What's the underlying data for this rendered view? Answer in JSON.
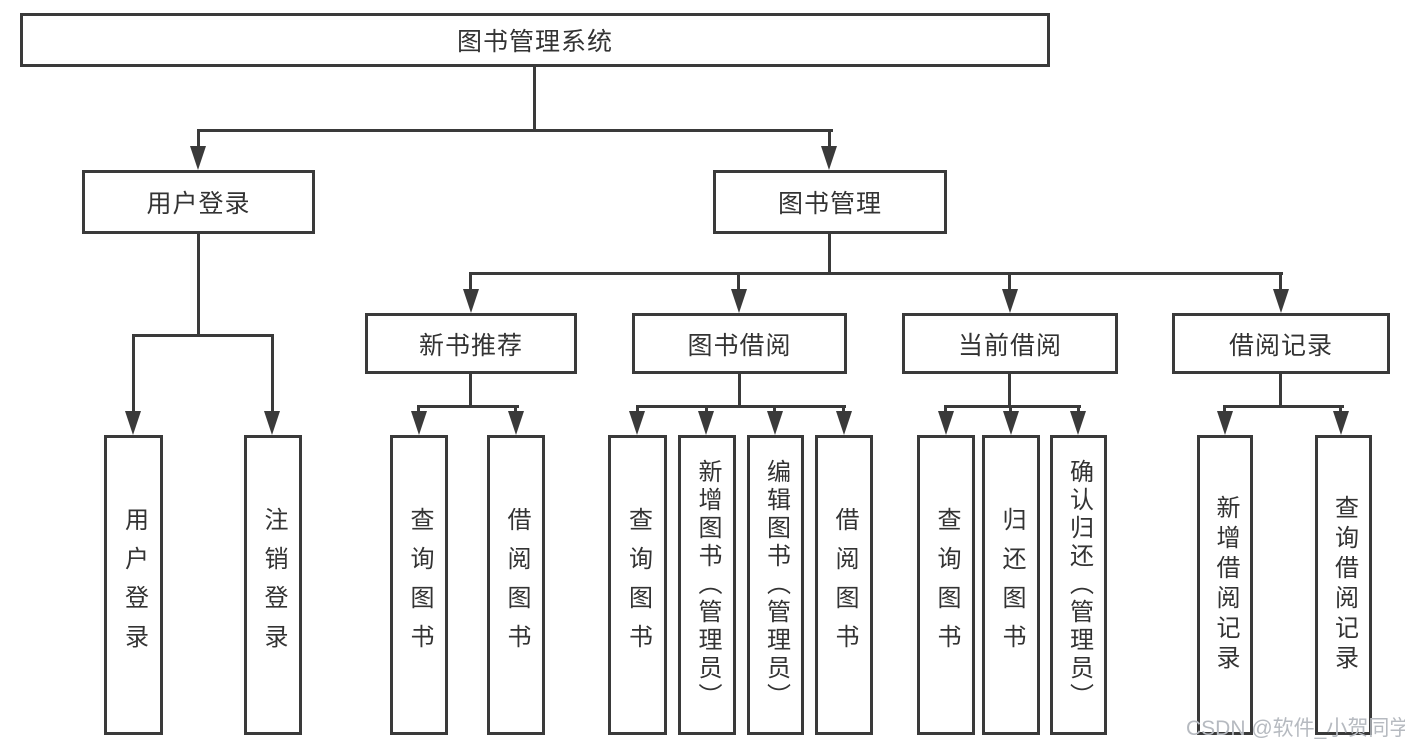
{
  "diagram": {
    "tree": {
      "label": "图书管理系统",
      "children": [
        {
          "label": "用户登录",
          "children": [
            {
              "label": "用户登录"
            },
            {
              "label": "注销登录"
            }
          ]
        },
        {
          "label": "图书管理",
          "children": [
            {
              "label": "新书推荐",
              "children": [
                {
                  "label": "查询图书"
                },
                {
                  "label": "借阅图书"
                }
              ]
            },
            {
              "label": "图书借阅",
              "children": [
                {
                  "label": "查询图书"
                },
                {
                  "label": "新增图书（管理员）"
                },
                {
                  "label": "编辑图书（管理员）"
                },
                {
                  "label": "借阅图书"
                }
              ]
            },
            {
              "label": "当前借阅",
              "children": [
                {
                  "label": "查询图书"
                },
                {
                  "label": "归还图书"
                },
                {
                  "label": "确认归还（管理员）"
                }
              ]
            },
            {
              "label": "借阅记录",
              "children": [
                {
                  "label": "新增借阅记录"
                },
                {
                  "label": "查询借阅记录"
                }
              ]
            }
          ]
        }
      ]
    },
    "watermark": "CSDN @软件_小贺同学",
    "colors": {
      "line": "#3a3a3a",
      "text": "#333333",
      "watermark": "#b6bac0",
      "background": "#ffffff"
    }
  }
}
